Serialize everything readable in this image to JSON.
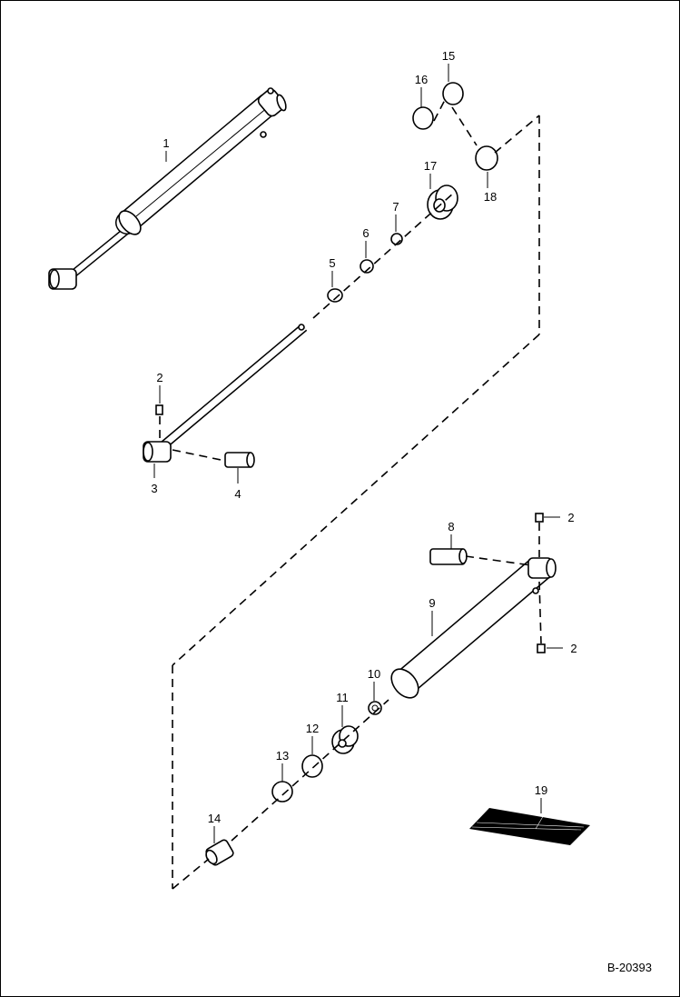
{
  "diagram": {
    "reference": "B-20393",
    "callouts": [
      {
        "id": "c1",
        "text": "1"
      },
      {
        "id": "c2a",
        "text": "2"
      },
      {
        "id": "c3",
        "text": "3"
      },
      {
        "id": "c4",
        "text": "4"
      },
      {
        "id": "c5",
        "text": "5"
      },
      {
        "id": "c6",
        "text": "6"
      },
      {
        "id": "c7",
        "text": "7"
      },
      {
        "id": "c15",
        "text": "15"
      },
      {
        "id": "c16",
        "text": "16"
      },
      {
        "id": "c17",
        "text": "17"
      },
      {
        "id": "c18",
        "text": "18"
      },
      {
        "id": "c2b",
        "text": "2"
      },
      {
        "id": "c8",
        "text": "8"
      },
      {
        "id": "c9",
        "text": "9"
      },
      {
        "id": "c2c",
        "text": "2"
      },
      {
        "id": "c10",
        "text": "10"
      },
      {
        "id": "c11",
        "text": "11"
      },
      {
        "id": "c12",
        "text": "12"
      },
      {
        "id": "c13",
        "text": "13"
      },
      {
        "id": "c14",
        "text": "14"
      },
      {
        "id": "c19",
        "text": "19"
      }
    ]
  }
}
